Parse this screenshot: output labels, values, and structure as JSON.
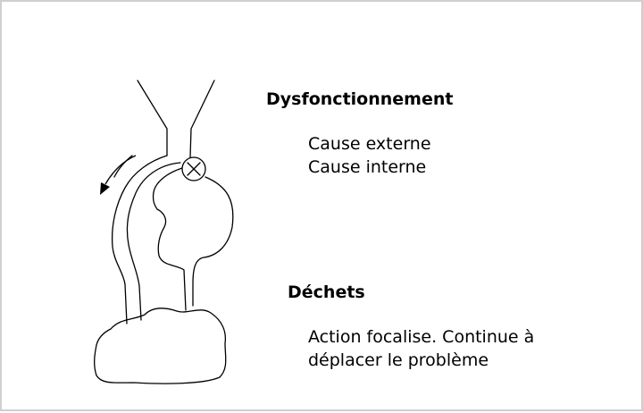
{
  "colors": {
    "ink": "#000000",
    "frame": "#cfcfcf",
    "background": "#ffffff"
  },
  "sections": [
    {
      "heading": "Dysfonctionnement",
      "lines": [
        "Cause externe",
        "Cause interne"
      ]
    },
    {
      "heading": "Déchets",
      "lines": [
        "Action focalise. Continue à",
        "déplacer le problème"
      ]
    }
  ],
  "icons": [
    "blockage-x-icon",
    "flow-arrow-icon"
  ]
}
